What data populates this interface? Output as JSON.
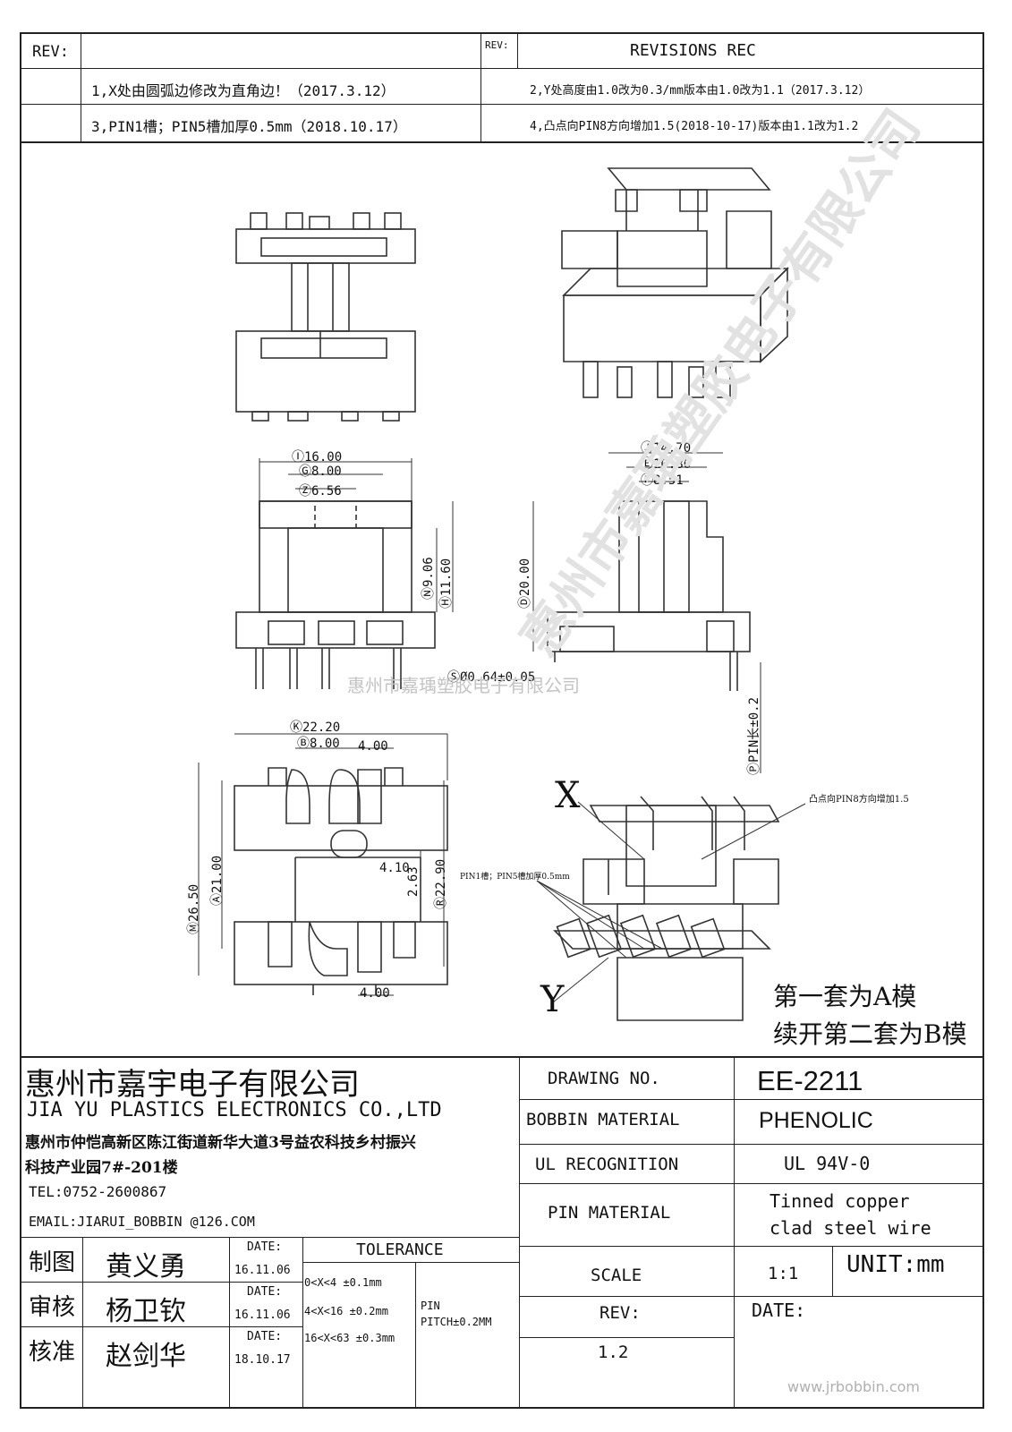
{
  "revisions": {
    "rev_label_left": "REV:",
    "rev_label_right": "REV:",
    "header_title": "REVISIONS     REC",
    "items": [
      "1,X处由圆弧边修改为直角边！（2017.3.12）",
      "2,Y处高度由1.0改为0.3/mm版本由1.0改为1.1（2017.3.12）",
      "3,PIN1槽；PIN5槽加厚0.5mm（2018.10.17）",
      "4,凸点向PIN8方向增加1.5(2018-10-17)版本由1.1改为1.2"
    ]
  },
  "dimensions": {
    "front_width_outer": "Ⓘ16.00",
    "front_width_mid": "Ⓖ8.00",
    "front_width_inner": "Ⓩ6.56",
    "front_height_inner": "Ⓝ9.06",
    "front_height_outer": "Ⓗ11.60",
    "side_width_outer": "Ⓙ14.70",
    "side_width_mid": "Ⓔ10.80",
    "side_width_inner": "Ⓕ8.51",
    "side_height": "Ⓓ20.00",
    "pin_diameter": "ⓈØ0.64±0.05",
    "pin_length": "ⓅPIN长±0.2",
    "bottom_width": "Ⓚ22.20",
    "bottom_mid": "Ⓑ8.00",
    "bottom_pitch": "4.00",
    "bottom_depth": "Ⓐ21.00",
    "bottom_total": "Ⓜ26.50",
    "bottom_right_h": "Ⓡ22.90",
    "bottom_small_w": "4.10",
    "bottom_small_h": "2.63",
    "bottom_pitch_2": "4.00"
  },
  "annotations": {
    "x_mark": "X",
    "y_mark": "Y",
    "bump_note": "凸点向PIN8方向增加1.5",
    "pin_slot_note": "PIN1槽；PIN5槽加厚0.5mm",
    "mold_note_1": "第一套为A模",
    "mold_note_2": "续开第二套为B模"
  },
  "watermark": {
    "center_text": "惠州市嘉瑀塑胶电子有限公司",
    "diagonal_text": "惠州市嘉瑀塑胶电子有限公司",
    "footer_url": "www.jrbobbin.com"
  },
  "company": {
    "name_cn": "惠州市嘉宇电子有限公司",
    "name_en": "JIA YU PLASTICS ELECTRONICS CO.,LTD",
    "address_1": "惠州市仲恺高新区陈江街道新华大道3号益农科技乡村振兴",
    "address_2": "科技产业园7#-201楼",
    "tel": "TEL:0752-2600867",
    "email": "EMAIL:JIARUI_BOBBIN @126.COM"
  },
  "signoff": {
    "rows": [
      {
        "role": "制图",
        "name": "黄义勇",
        "date_label": "DATE:",
        "date": "16.11.06"
      },
      {
        "role": "审核",
        "name": "杨卫钦",
        "date_label": "DATE:",
        "date": "16.11.06"
      },
      {
        "role": "核准",
        "name": "赵剑华",
        "date_label": "DATE:",
        "date": "18.10.17"
      }
    ]
  },
  "tolerance": {
    "title": "TOLERANCE",
    "rows": [
      "0<X<4 ±0.1mm",
      "4<X<16 ±0.2mm",
      "16<X<63 ±0.3mm"
    ],
    "pin_label": "PIN",
    "pin_pitch": "PITCH±0.2MM"
  },
  "spec": {
    "drawing_no_label": "DRAWING  NO.",
    "drawing_no": "EE-2211",
    "bobbin_material_label": "BOBBIN  MATERIAL",
    "bobbin_material": "PHENOLIC",
    "ul_label": "UL RECOGNITION",
    "ul_value": "UL 94V-0",
    "pin_material_label": "PIN MATERIAL",
    "pin_material_1": "Tinned copper",
    "pin_material_2": "clad steel wire",
    "scale_label": "SCALE",
    "scale_value": "1:1",
    "unit": "UNIT:mm",
    "rev_label": "REV:",
    "rev_value": "1.2",
    "date_label": "DATE:"
  }
}
